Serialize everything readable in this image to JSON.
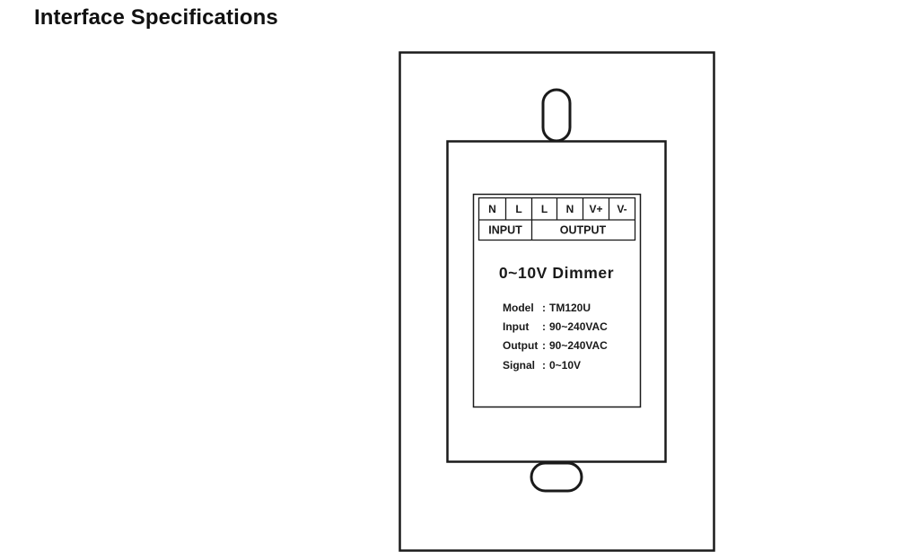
{
  "header": {
    "title": "Interface Specifications"
  },
  "device": {
    "terminals": [
      "N",
      "L",
      "L",
      "N",
      "V+",
      "V-"
    ],
    "groups": {
      "input": "INPUT",
      "output": "OUTPUT"
    },
    "product_name": "0~10V Dimmer",
    "specs": [
      {
        "label": "Model",
        "sep": ":",
        "value": "TM120U"
      },
      {
        "label": "Input",
        "sep": ":",
        "value": "90~240VAC"
      },
      {
        "label": "Output",
        "sep": ":",
        "value": "90~240VAC"
      },
      {
        "label": "Signal",
        "sep": ":",
        "value": "0~10V"
      }
    ]
  },
  "colors": {
    "line": "#1a1a1a",
    "background": "#ffffff"
  }
}
